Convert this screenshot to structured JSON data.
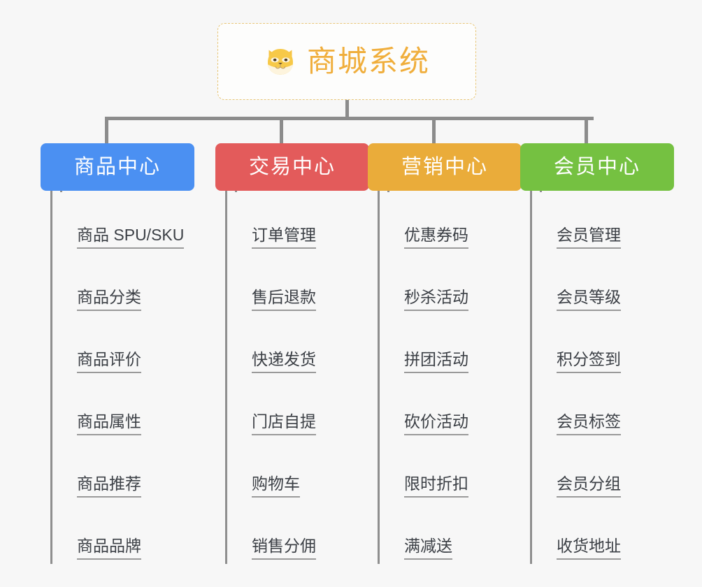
{
  "root": {
    "icon": "shiba-dog-face-emoji",
    "icon_glyph": "🐕",
    "title": "商城系统",
    "title_color": "#f0ae3c",
    "border_color": "#e8c678"
  },
  "canvas": {
    "background": "#f7f7f7",
    "connector_color": "#8c8c8c",
    "leaf_text_color": "#3b3f45",
    "leaf_rule_color": "#9a9a9a"
  },
  "categories": [
    {
      "label": "商品中心",
      "color": "#4b90f2",
      "items": [
        "商品 SPU/SKU",
        "商品分类",
        "商品评价",
        "商品属性",
        "商品推荐",
        "商品品牌"
      ]
    },
    {
      "label": "交易中心",
      "color": "#e35b5b",
      "items": [
        "订单管理",
        "售后退款",
        "快递发货",
        "门店自提",
        "购物车",
        "销售分佣"
      ]
    },
    {
      "label": "营销中心",
      "color": "#eaac3a",
      "items": [
        "优惠券码",
        "秒杀活动",
        "拼团活动",
        "砍价活动",
        "限时折扣",
        "满减送"
      ]
    },
    {
      "label": "会员中心",
      "color": "#75c141",
      "items": [
        "会员管理",
        "会员等级",
        "积分签到",
        "会员标签",
        "会员分组",
        "收货地址"
      ]
    }
  ]
}
